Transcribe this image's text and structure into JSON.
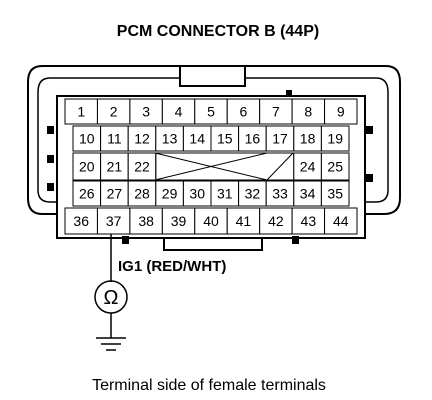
{
  "title": "PCM CONNECTOR B (44P)",
  "connector": {
    "row1": [
      "1",
      "2",
      "3",
      "4",
      "5",
      "6",
      "7",
      "8",
      "9"
    ],
    "row2": [
      "10",
      "11",
      "12",
      "13",
      "14",
      "15",
      "16",
      "17",
      "18",
      "19"
    ],
    "row3_left": [
      "20",
      "21",
      "22"
    ],
    "row3_right": [
      "24",
      "25"
    ],
    "row4": [
      "26",
      "27",
      "28",
      "29",
      "30",
      "31",
      "32",
      "33",
      "34",
      "35"
    ],
    "row5": [
      "36",
      "37",
      "38",
      "39",
      "40",
      "41",
      "42",
      "43",
      "44"
    ]
  },
  "probe": {
    "terminal": "37",
    "signal_label": "IG1 (RED/WHT)",
    "meter_symbol": "Ω"
  },
  "caption": "Terminal side of female terminals"
}
